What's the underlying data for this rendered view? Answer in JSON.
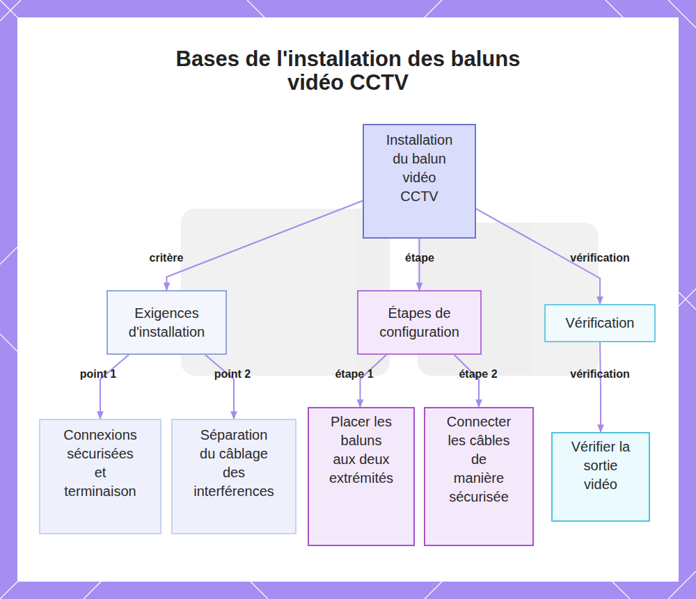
{
  "diagram": {
    "title": "Bases de l'installation des baluns vidéo CCTV",
    "nodes": [
      {
        "text": [
          "Installation du balun vidéo CCTV"
        ]
      },
      {
        "text": [
          "Exigences d'installation"
        ]
      },
      {
        "text": [
          "Étapes de configuration"
        ]
      },
      {
        "text": [
          "Vérification"
        ]
      },
      {
        "text": [
          "Connexions sécurisées et terminaison"
        ]
      },
      {
        "text": [
          "Séparation du câblage des interférences"
        ]
      },
      {
        "text": [
          "Placer les baluns aux deux extrémités"
        ]
      },
      {
        "text": [
          "Connecter les câbles de manière sécurisée"
        ]
      },
      {
        "text": [
          "Vérifier la sortie vidéo"
        ]
      }
    ],
    "edges": [
      {
        "from": 0,
        "to": 1,
        "label": "critère",
        "arrow": "to"
      },
      {
        "from": 0,
        "to": 2,
        "label": "étape",
        "arrow": "to"
      },
      {
        "from": 0,
        "to": 3,
        "label": "vérification",
        "arrow": "to"
      },
      {
        "from": 1,
        "to": 4,
        "label": "point 1",
        "arrow": "to"
      },
      {
        "from": 1,
        "to": 5,
        "label": "point 2",
        "arrow": "to"
      },
      {
        "from": 2,
        "to": 6,
        "label": "étape 1",
        "arrow": "to"
      },
      {
        "from": 2,
        "to": 7,
        "label": "étape 2",
        "arrow": "to"
      },
      {
        "from": 3,
        "to": 8,
        "label": "vérification",
        "arrow": "to"
      }
    ]
  }
}
